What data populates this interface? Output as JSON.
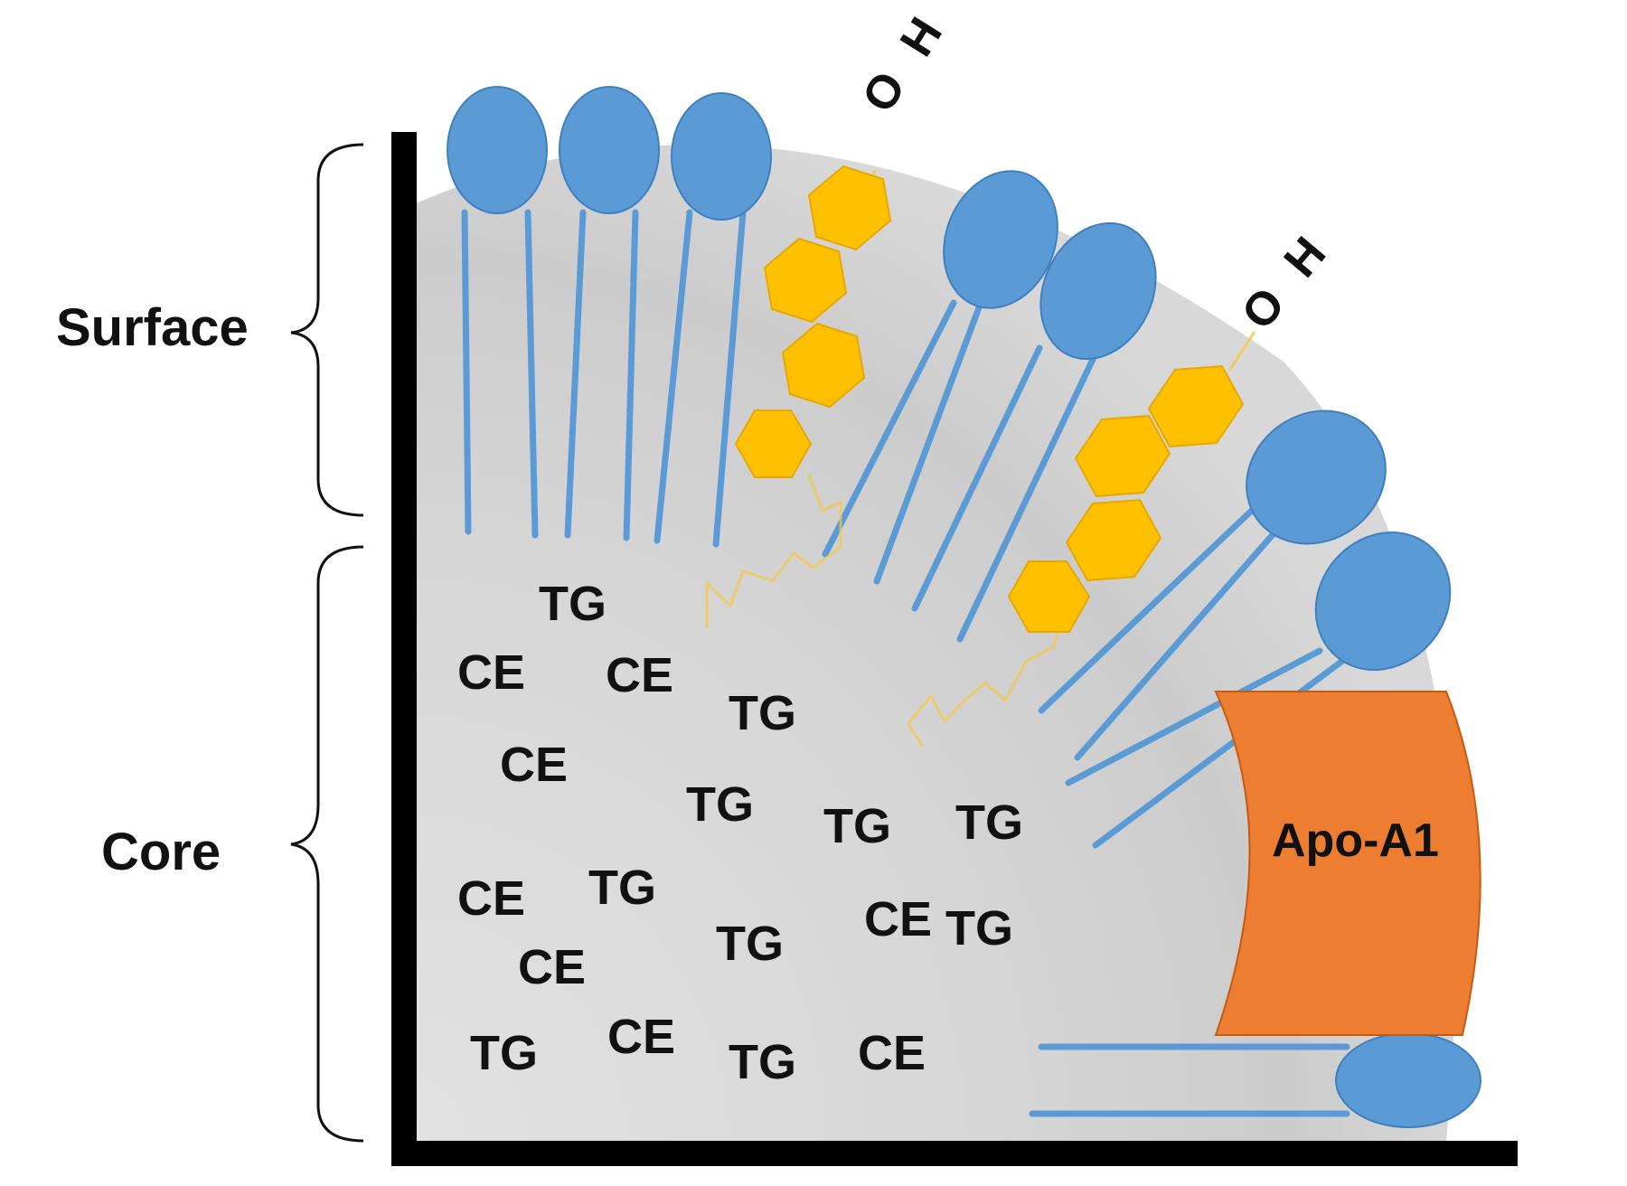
{
  "labels": {
    "surface": "Surface",
    "core": "Core",
    "protein": "Apo-A1",
    "hydroxyl_o": "O",
    "hydroxyl_h": "H"
  },
  "core_molecules": [
    "TG",
    "CE",
    "CE",
    "TG",
    "CE",
    "TG",
    "TG",
    "TG",
    "CE",
    "TG",
    "CE",
    "TG",
    "CE",
    "TG",
    "TG",
    "CE",
    "TG",
    "CE"
  ],
  "colors": {
    "phospholipid_head": "#5b9bd5",
    "phospholipid_tail": "#5b9bd5",
    "cholesterol": "#ffc000",
    "cholesterol_outline": "#e6a800",
    "apolipoprotein": "#ed7d31",
    "particle_body": "#d4d4d4",
    "axis": "#000000"
  }
}
